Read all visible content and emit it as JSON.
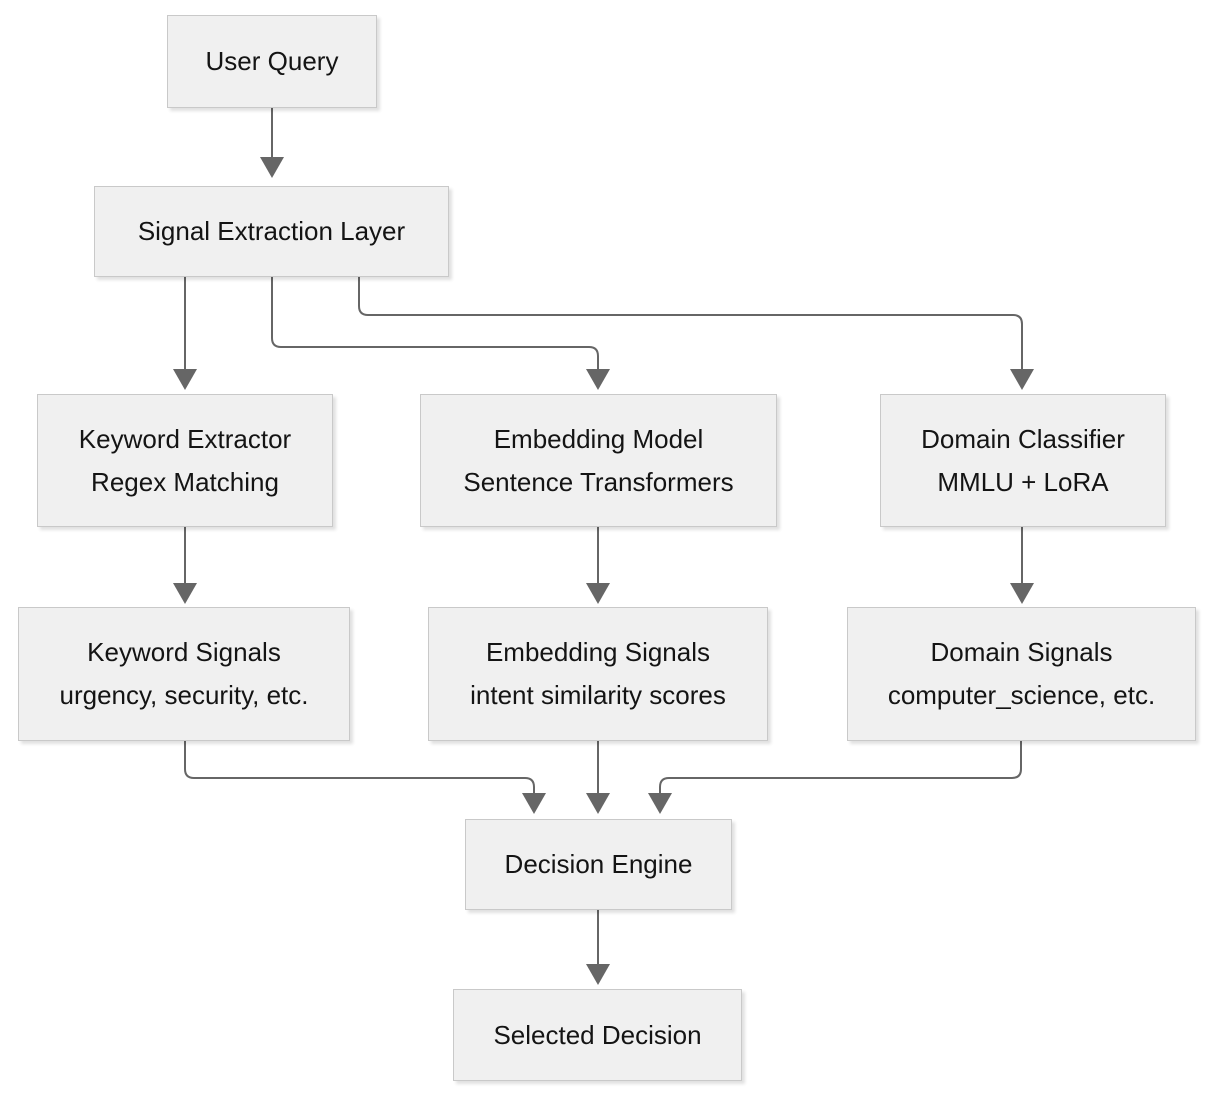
{
  "diagram": {
    "colors": {
      "background": "#ffffff",
      "node_fill": "#f0f0f0",
      "node_border": "#c9c9c9",
      "edge": "#666666",
      "text": "#141414"
    },
    "nodes": {
      "user_query": {
        "line1": "User Query"
      },
      "signal_extraction": {
        "line1": "Signal Extraction Layer"
      },
      "keyword_extractor": {
        "line1": "Keyword Extractor",
        "line2": "Regex Matching"
      },
      "embedding_model": {
        "line1": "Embedding Model",
        "line2": "Sentence Transformers"
      },
      "domain_classifier": {
        "line1": "Domain Classifier",
        "line2": "MMLU + LoRA"
      },
      "keyword_signals": {
        "line1": "Keyword Signals",
        "line2": "urgency, security, etc."
      },
      "embedding_signals": {
        "line1": "Embedding Signals",
        "line2": "intent similarity scores"
      },
      "domain_signals": {
        "line1": "Domain Signals",
        "line2": "computer_science, etc."
      },
      "decision_engine": {
        "line1": "Decision Engine"
      },
      "selected_decision": {
        "line1": "Selected Decision"
      }
    },
    "edges": [
      {
        "from": "User Query",
        "to": "Signal Extraction Layer"
      },
      {
        "from": "Signal Extraction Layer",
        "to": "Keyword Extractor"
      },
      {
        "from": "Signal Extraction Layer",
        "to": "Embedding Model"
      },
      {
        "from": "Signal Extraction Layer",
        "to": "Domain Classifier"
      },
      {
        "from": "Keyword Extractor",
        "to": "Keyword Signals"
      },
      {
        "from": "Embedding Model",
        "to": "Embedding Signals"
      },
      {
        "from": "Domain Classifier",
        "to": "Domain Signals"
      },
      {
        "from": "Keyword Signals",
        "to": "Decision Engine"
      },
      {
        "from": "Embedding Signals",
        "to": "Decision Engine"
      },
      {
        "from": "Domain Signals",
        "to": "Decision Engine"
      },
      {
        "from": "Decision Engine",
        "to": "Selected Decision"
      }
    ]
  }
}
